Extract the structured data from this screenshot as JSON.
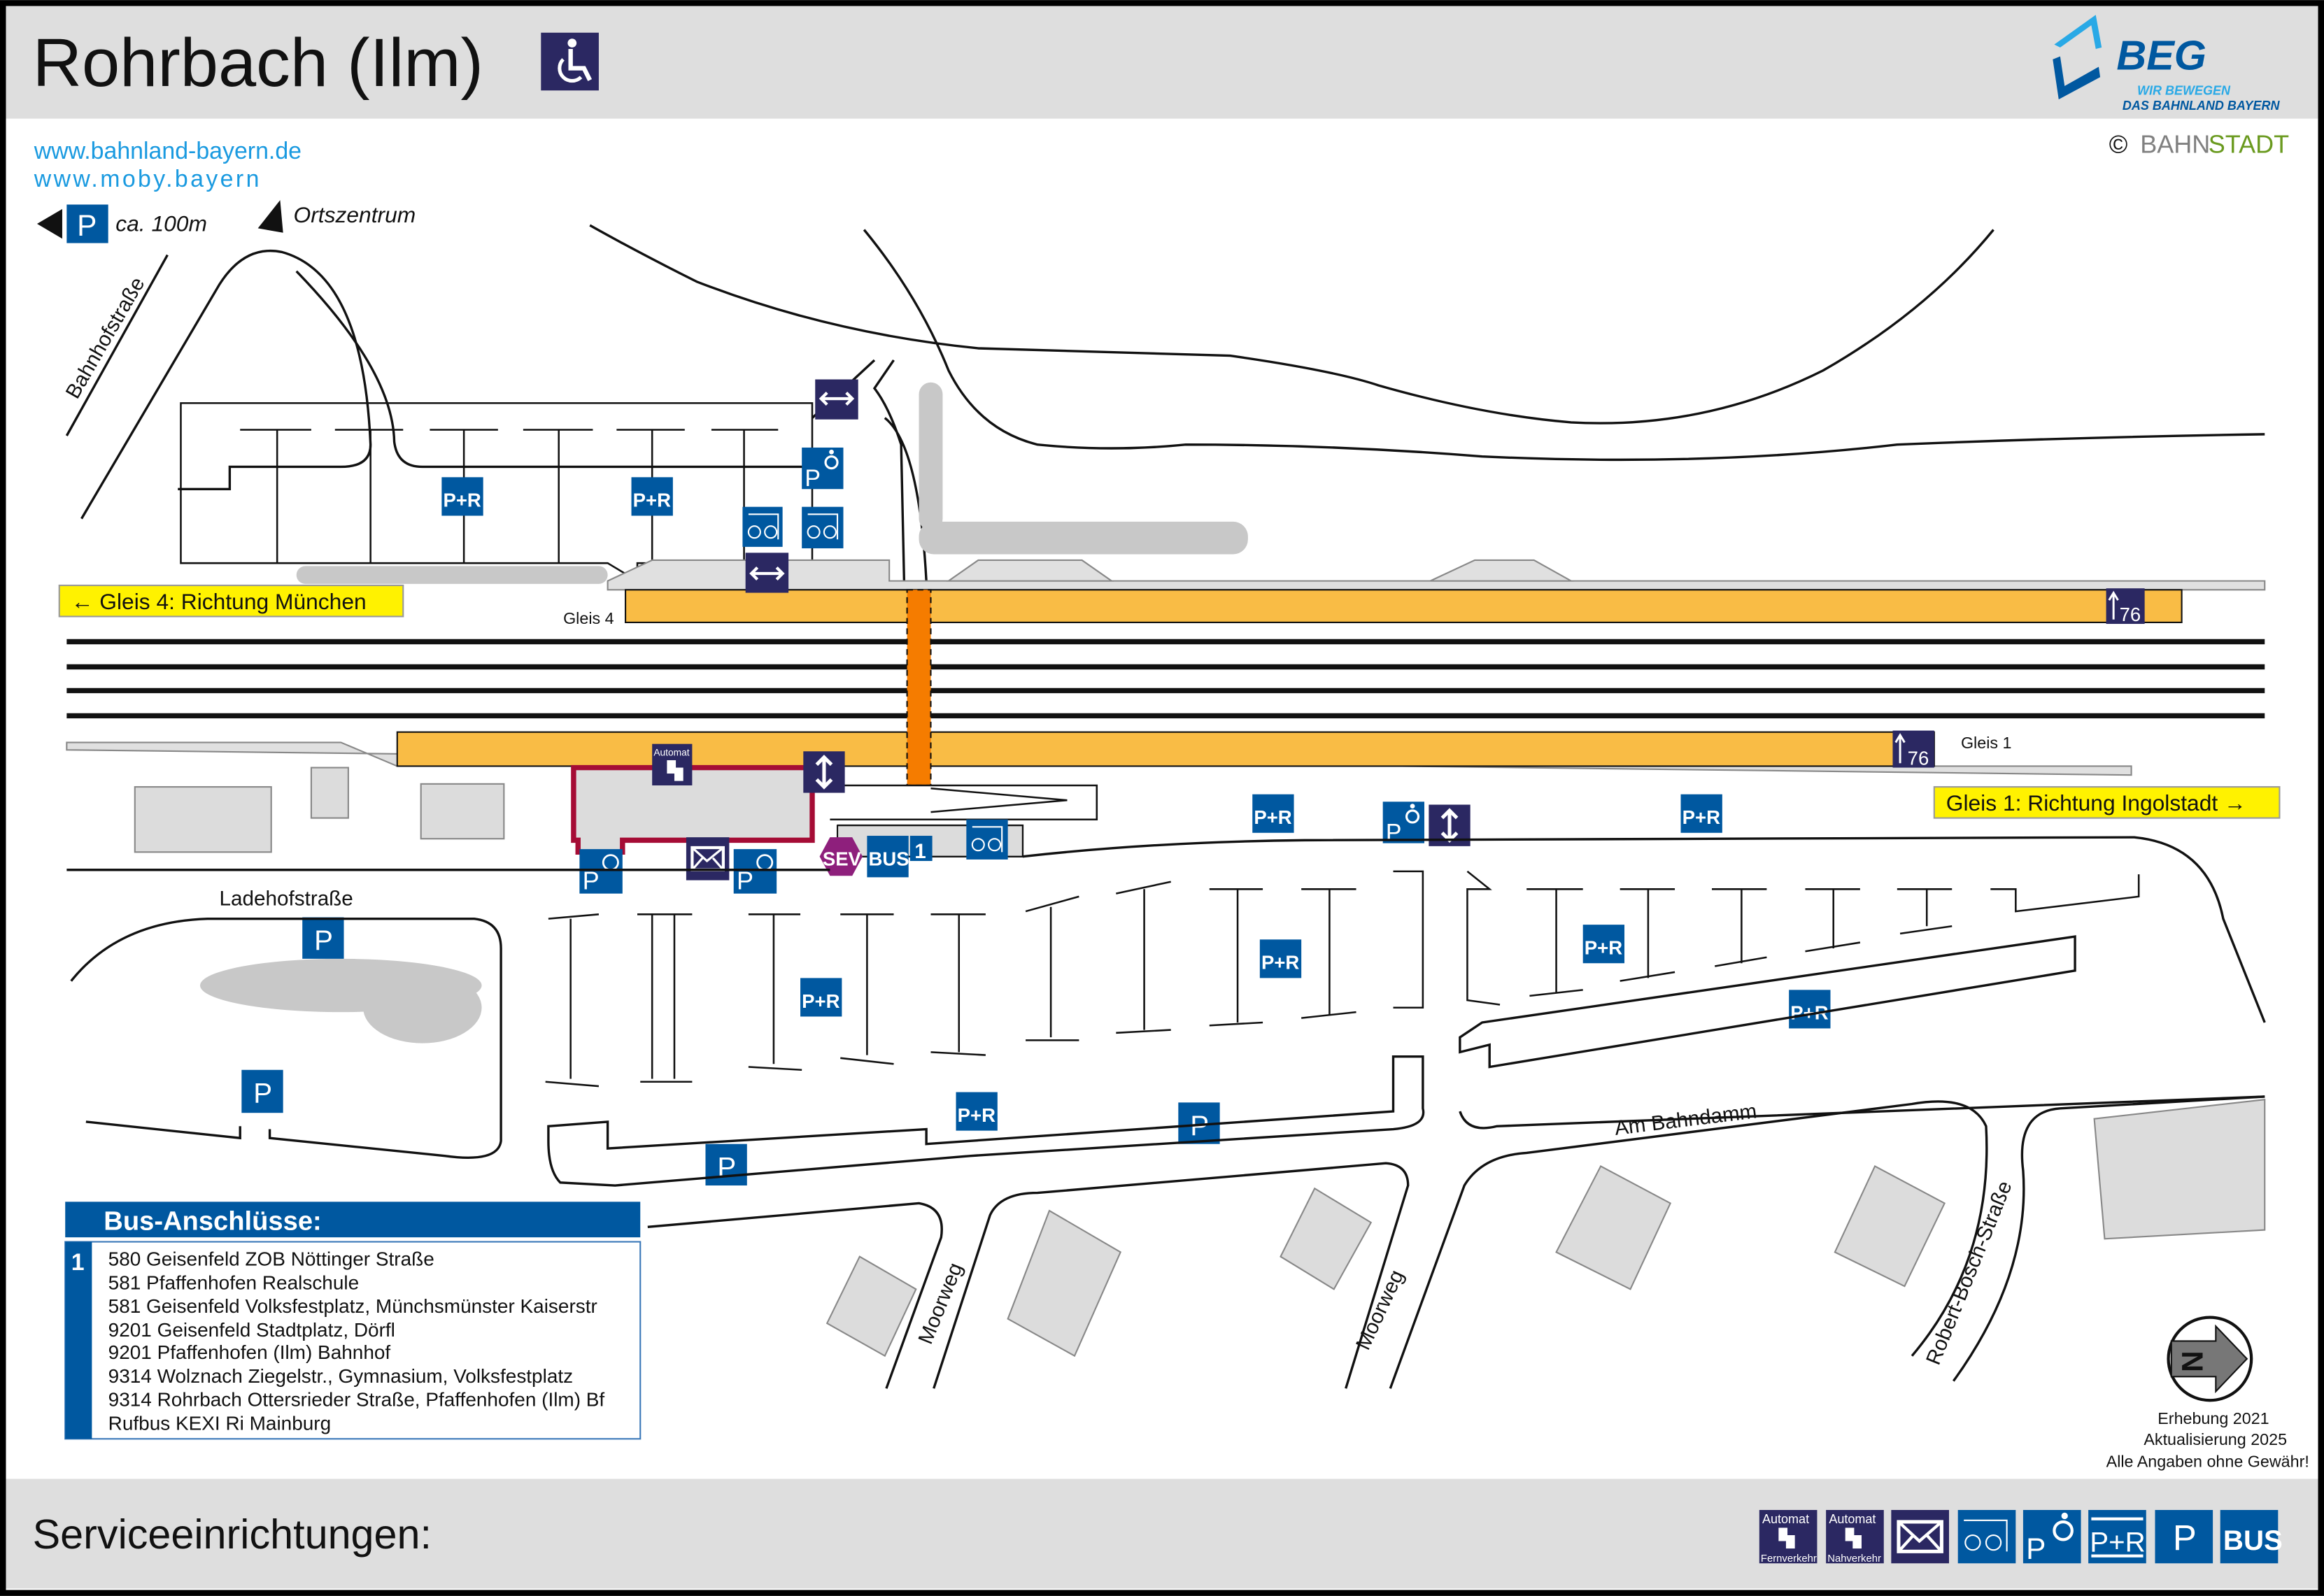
{
  "header": {
    "title": "Rohrbach (Ilm)",
    "logo": {
      "name": "BEG",
      "tagline_1": "WIR BEWEGEN",
      "tagline_2": "DAS BAHNLAND BAYERN"
    },
    "copyright": "©",
    "copyright_brand_1": "BAHN",
    "copyright_brand_2": "STADT"
  },
  "links": [
    "www.bahnland-bayern.de",
    "www.moby.bayern"
  ],
  "directions": {
    "parking_distance": "ca. 100m",
    "town_centre": "Ortszentrum"
  },
  "streets": {
    "bahnhofstrasse": "Bahnhofstraße",
    "ladehofstrasse": "Ladehofstraße",
    "am_bahndamm": "Am Bahndamm",
    "moorweg": "Moorweg",
    "robert_bosch": "Robert-Bosch-Straße"
  },
  "platforms": {
    "gleis4_direction": "← Gleis 4: Richtung München",
    "gleis1_direction": "Gleis 1: Richtung Ingolstadt →",
    "gleis4_label": "Gleis 4",
    "gleis1_label": "Gleis 1",
    "length_sign": "76"
  },
  "signs": {
    "pr": "P+R",
    "p": "P",
    "bus": "BUS",
    "sev": "SEV",
    "bus_stop_number": "1",
    "automat": "Automat",
    "automat_fern": "Fernverkehr",
    "automat_nah": "Nahverkehr"
  },
  "bus_connections": {
    "title": "Bus-Anschlüsse:",
    "stop": "1",
    "lines": [
      "580 Geisenfeld ZOB Nöttinger Straße",
      "581 Pfaffenhofen Realschule",
      "581 Geisenfeld Volksfestplatz, Münchsmünster Kaiserstr",
      "9201 Geisenfeld Stadtplatz, Dörfl",
      "9201 Pfaffenhofen (Ilm) Bahnhof",
      "9314 Wolznach Ziegelstr., Gymnasium, Volksfestplatz",
      "9314 Rohrbach Ottersrieder Straße, Pfaffenhofen (Ilm) Bf",
      "Rufbus KEXI Ri Mainburg"
    ]
  },
  "compass": {
    "label": "N"
  },
  "footnote": [
    "Erhebung 2021",
    "Aktualisierung 2025",
    "Alle Angaben ohne Gewähr!"
  ],
  "footer": {
    "title": "Serviceeinrichtungen:"
  },
  "colors": {
    "platform": "#f9bc45",
    "underpass": "#f57c00",
    "navy": "#2b2862",
    "blue": "#0058a0",
    "link": "#1a9ae0",
    "station": "#a50c35",
    "sev": "#8e1f7c"
  }
}
